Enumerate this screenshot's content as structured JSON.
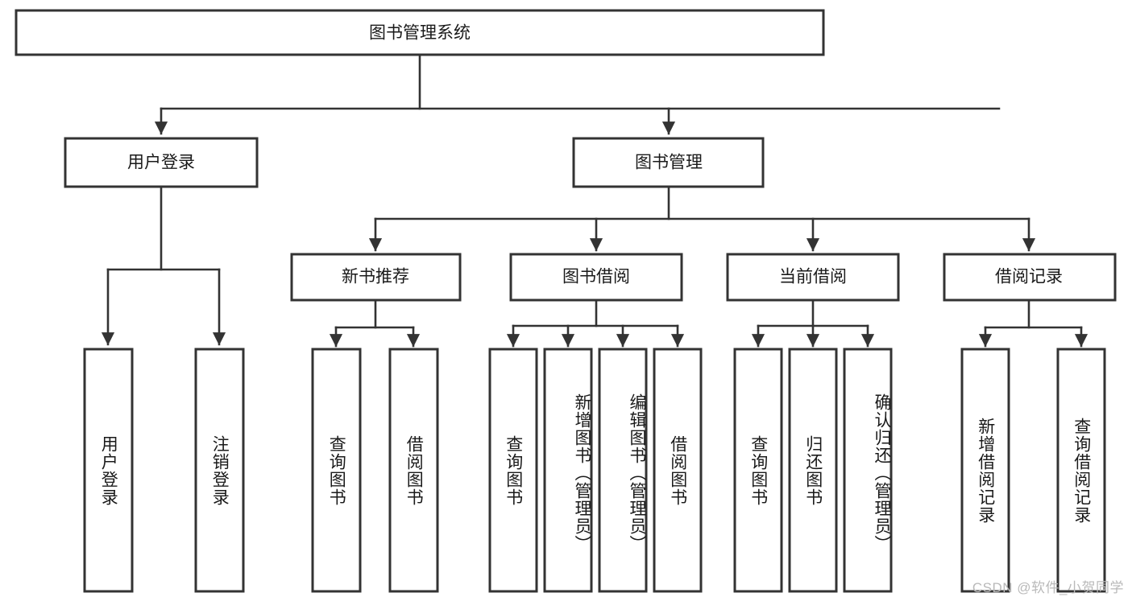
{
  "diagram": {
    "type": "tree",
    "title_node": {
      "label": "图书管理系统"
    },
    "level2": [
      {
        "id": "user-login",
        "label": "用户登录"
      },
      {
        "id": "book-manage",
        "label": "图书管理"
      }
    ],
    "level3": [
      {
        "id": "new-book-recommend",
        "label": "新书推荐"
      },
      {
        "id": "book-borrow",
        "label": "图书借阅"
      },
      {
        "id": "current-borrow",
        "label": "当前借阅"
      },
      {
        "id": "borrow-record",
        "label": "借阅记录"
      }
    ],
    "leaves": {
      "user_login": [
        {
          "id": "leaf-user-login",
          "label": "用户登录"
        },
        {
          "id": "leaf-logout-login",
          "label": "注销登录"
        }
      ],
      "new_book_recommend": [
        {
          "id": "leaf-query-book-1",
          "label": "查询图书"
        },
        {
          "id": "leaf-borrow-book-1",
          "label": "借阅图书"
        }
      ],
      "book_borrow": [
        {
          "id": "leaf-query-book-2",
          "label": "查询图书"
        },
        {
          "id": "leaf-add-book",
          "label": "新增图书（管理员）"
        },
        {
          "id": "leaf-edit-book",
          "label": "编辑图书（管理员）"
        },
        {
          "id": "leaf-borrow-book-2",
          "label": "借阅图书"
        }
      ],
      "current_borrow": [
        {
          "id": "leaf-query-book-3",
          "label": "查询图书"
        },
        {
          "id": "leaf-return-book",
          "label": "归还图书"
        },
        {
          "id": "leaf-confirm-return",
          "label": "确认归还（管理员）"
        }
      ],
      "borrow_record": [
        {
          "id": "leaf-add-record",
          "label": "新增借阅记录"
        },
        {
          "id": "leaf-query-record",
          "label": "查询借阅记录"
        }
      ]
    },
    "watermark": "CSDN @软件_小贺同学",
    "colors": {
      "stroke": "#333333",
      "fill": "#ffffff",
      "text": "#1a1a1a",
      "watermark": "#b9b9b9"
    }
  }
}
